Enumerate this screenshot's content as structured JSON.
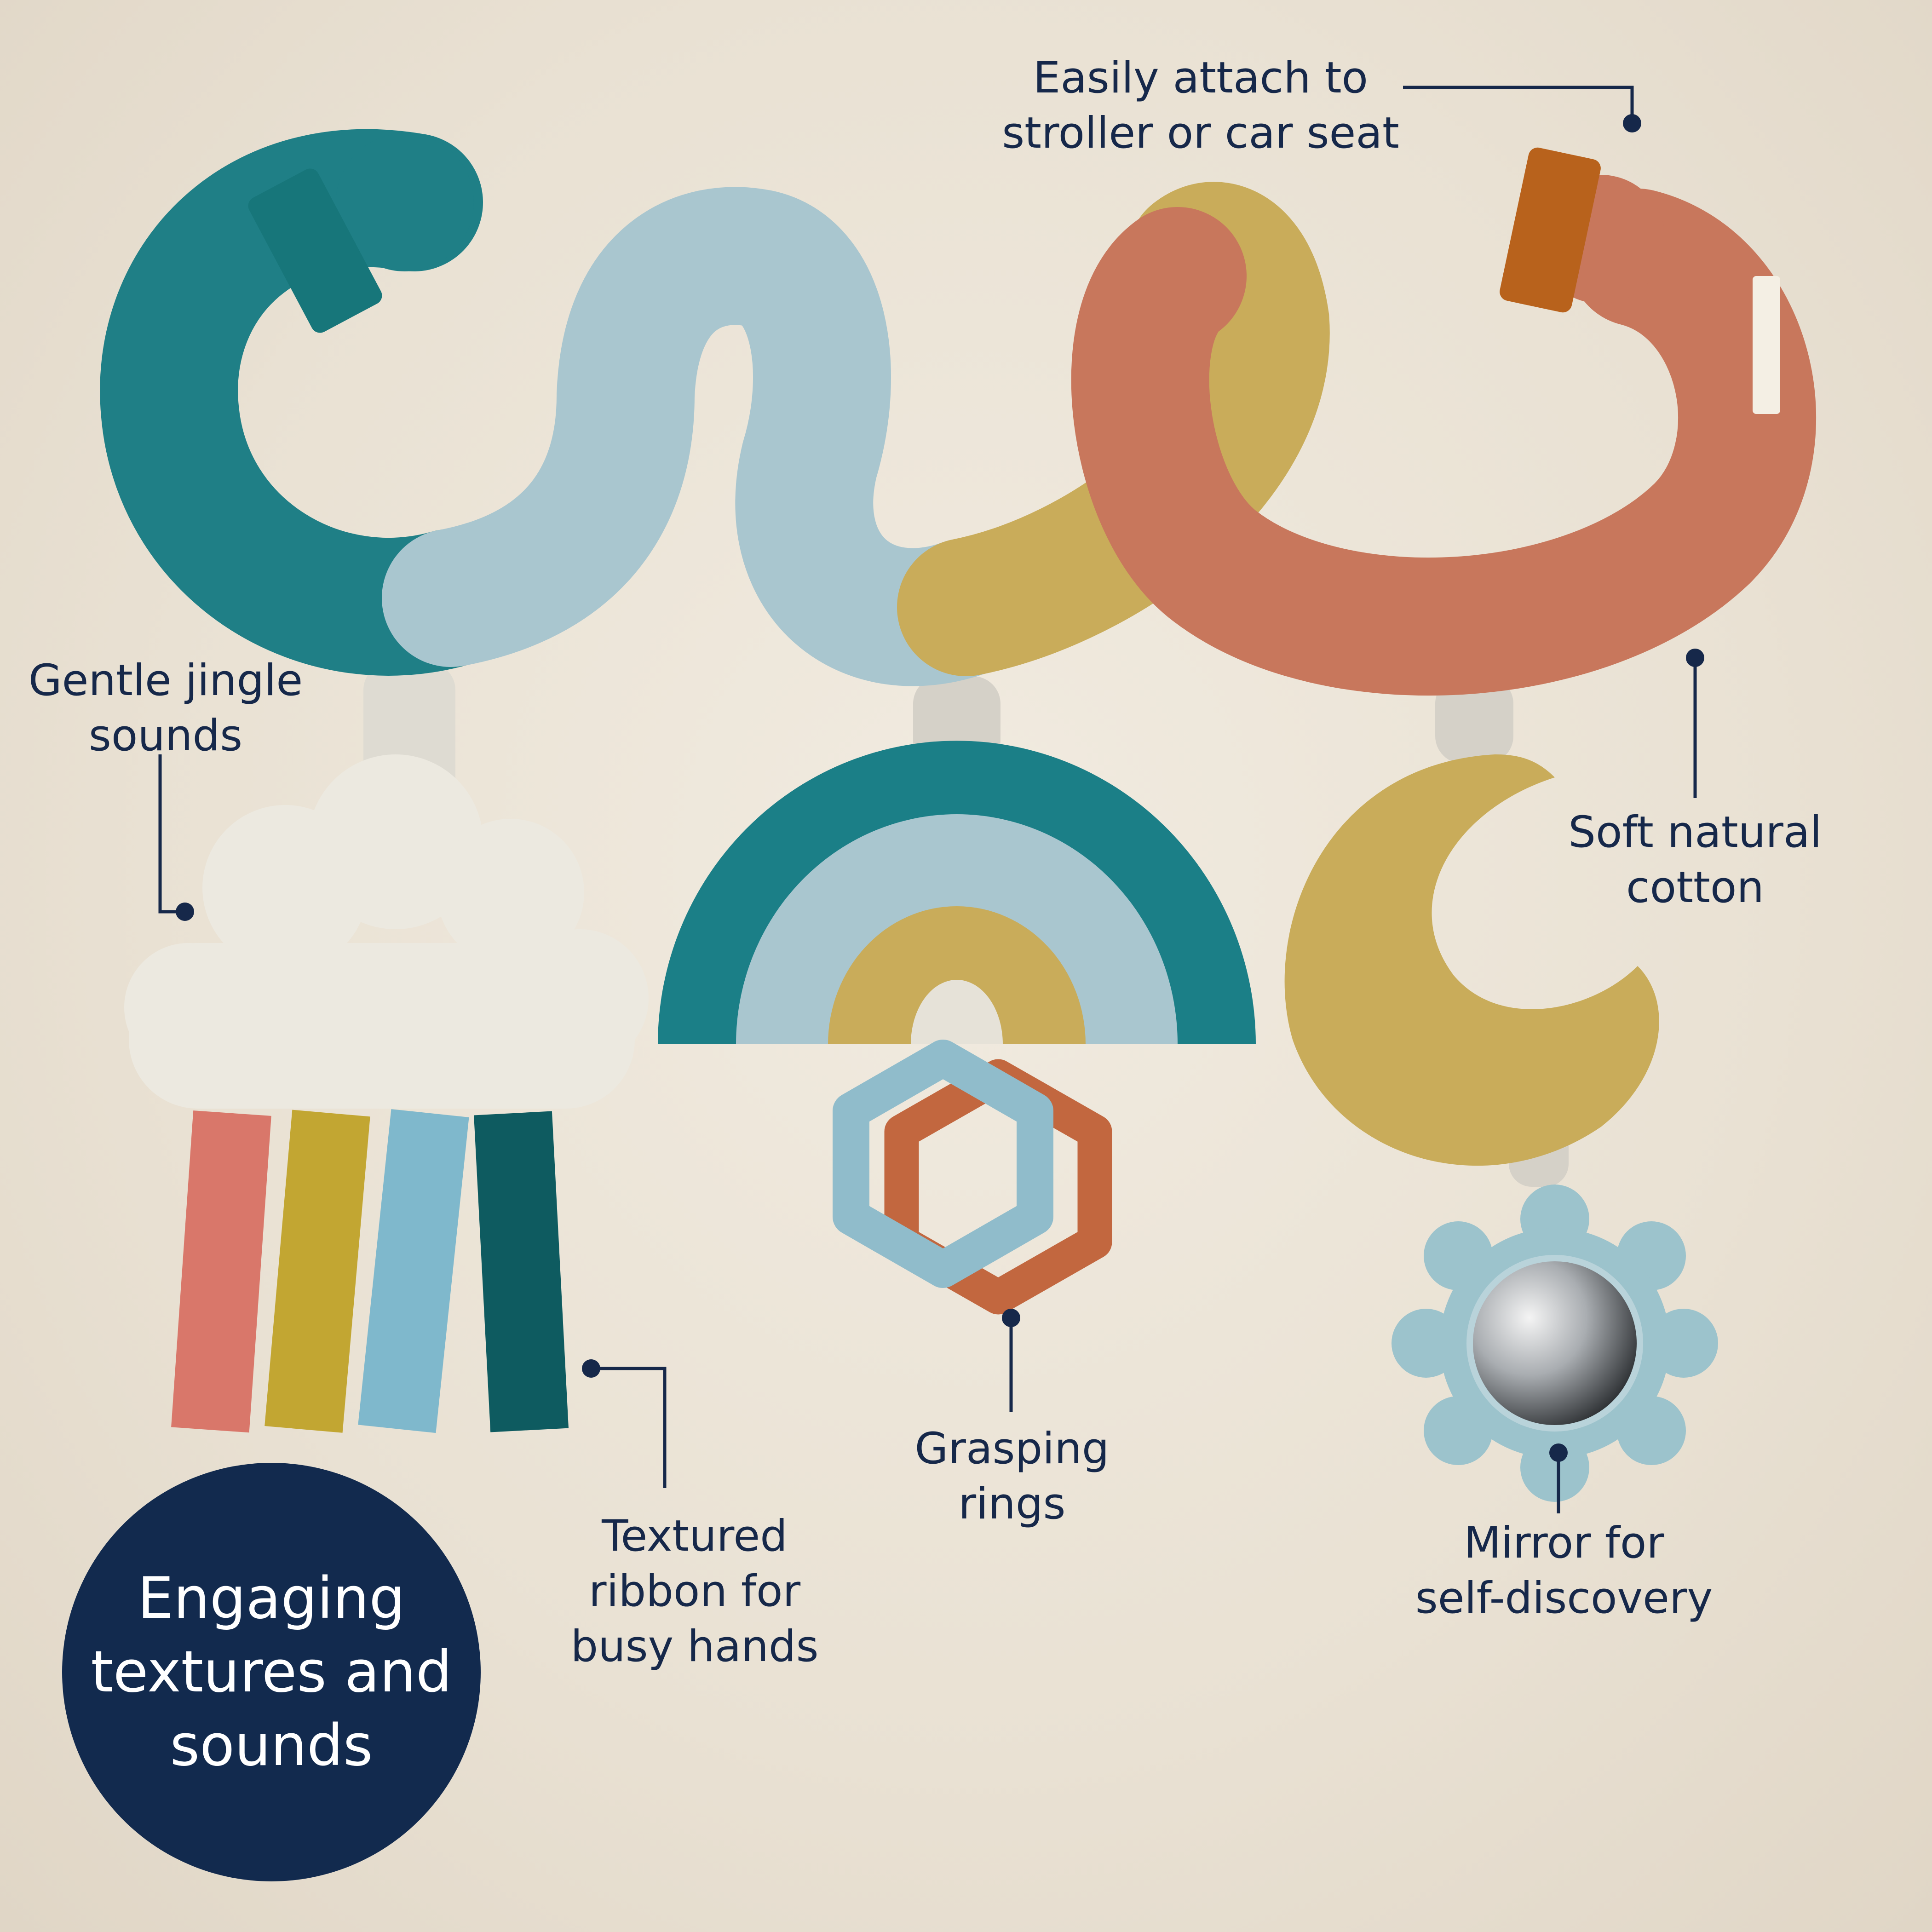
{
  "callouts": {
    "attach": {
      "line1": "Easily attach to",
      "line2": "stroller or car seat"
    },
    "jingle": {
      "line1": "Gentle jingle",
      "line2": "sounds"
    },
    "cotton": {
      "line1": "Soft natural",
      "line2": "cotton"
    },
    "ribbon": {
      "line1": "Textured",
      "line2": "ribbon for",
      "line3": "busy hands"
    },
    "rings": {
      "line1": "Grasping",
      "line2": "rings"
    },
    "mirror": {
      "line1": "Mirror for",
      "line2": "self-discovery"
    }
  },
  "badge": {
    "line1": "Engaging",
    "line2": "textures and",
    "line3": "sounds"
  },
  "colors": {
    "background": "#ece4d8",
    "navy": "#16284a",
    "teal": "#1f7f86",
    "light_blue": "#a9c6cf",
    "mustard": "#c9ac5a",
    "terracotta": "#c8775c",
    "rust": "#b8621c",
    "cream": "#ece9e0",
    "ribbon_pink": "#d9776a",
    "ribbon_yellow": "#c2a632",
    "ribbon_blue": "#7fb8cc",
    "ribbon_teal": "#0e5b60"
  }
}
